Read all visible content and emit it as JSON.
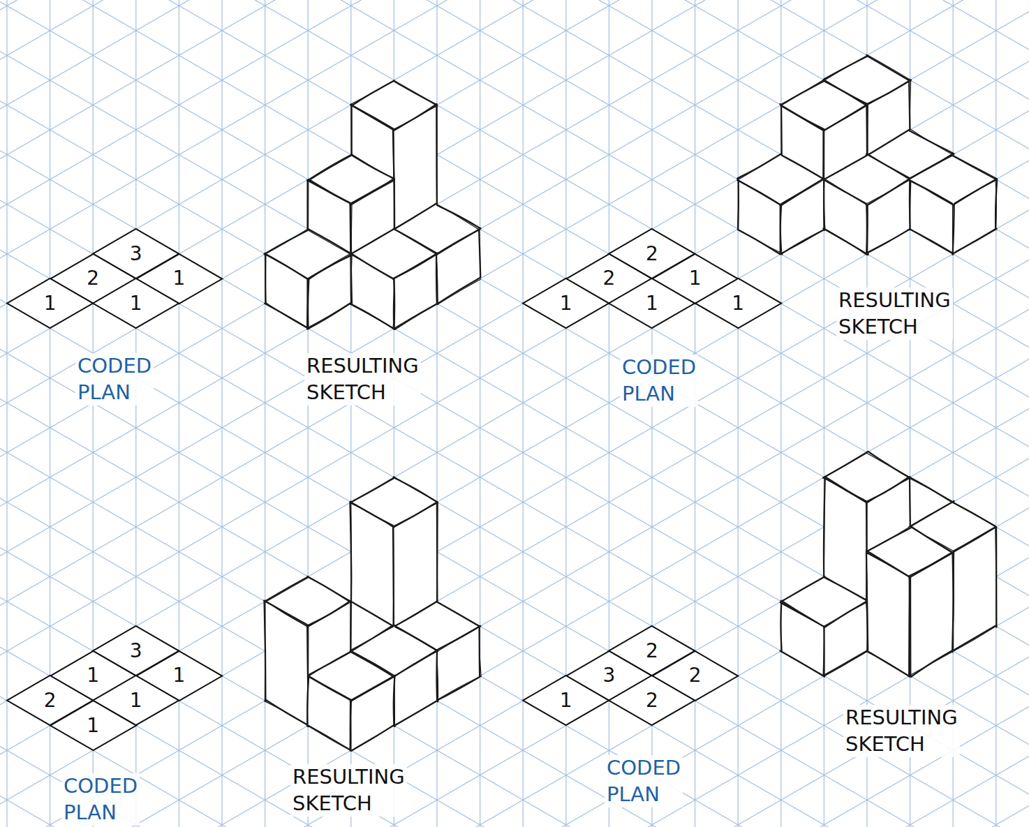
{
  "diagram": {
    "nodes": [
      {
        "text": [
          "3"
        ]
      },
      {
        "text": [
          "2"
        ]
      },
      {
        "text": [
          "1"
        ]
      },
      {
        "text": [
          "1"
        ]
      },
      {
        "text": [
          "1"
        ]
      },
      {
        "text": [
          "2"
        ]
      },
      {
        "text": [
          "2"
        ]
      },
      {
        "text": [
          "1"
        ]
      },
      {
        "text": [
          "1"
        ]
      },
      {
        "text": [
          "1"
        ]
      },
      {
        "text": [
          "1"
        ]
      },
      {
        "text": [
          "3"
        ]
      },
      {
        "text": [
          "1"
        ]
      },
      {
        "text": [
          "1"
        ]
      },
      {
        "text": [
          "2"
        ]
      },
      {
        "text": [
          "1"
        ]
      },
      {
        "text": [
          "1"
        ]
      },
      {
        "text": [
          "2"
        ]
      },
      {
        "text": [
          "3"
        ]
      },
      {
        "text": [
          "2"
        ]
      },
      {
        "text": [
          "1"
        ]
      },
      {
        "text": [
          "2"
        ]
      }
    ],
    "labels": [
      "CODED PLAN",
      "RESULTING SKETCH",
      "CODED PLAN",
      "RESULTING SKETCH",
      "CODED PLAN",
      "RESULTING SKETCH",
      "CODED PLAN",
      "RESULTING SKETCH"
    ]
  }
}
